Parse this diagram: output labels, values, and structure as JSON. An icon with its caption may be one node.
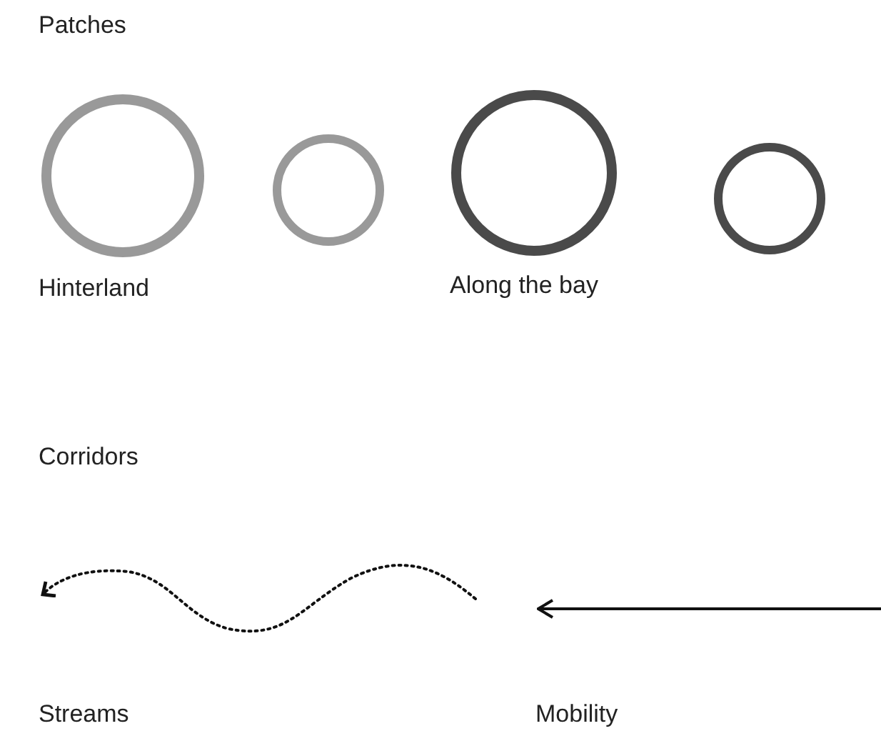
{
  "diagram": {
    "nodes": [
      {
        "text": [],
        "shape": "circle",
        "beside": [
          "Hinterland"
        ]
      },
      {
        "text": [],
        "shape": "circle"
      },
      {
        "text": [],
        "shape": "circle",
        "beside": [
          "Along the bay"
        ]
      },
      {
        "text": [],
        "shape": "circle"
      }
    ],
    "labels": [
      "Patches",
      "Corridors",
      "Streams",
      "Mobility"
    ]
  }
}
